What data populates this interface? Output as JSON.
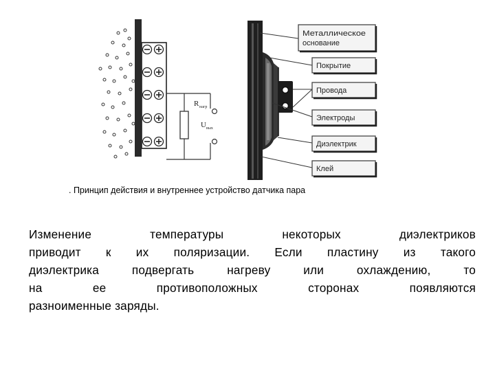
{
  "figure": {
    "resistor_label": "R",
    "resistor_subscript": "нагр",
    "voltage_label": "U",
    "voltage_subscript": "вых",
    "layer_labels": [
      "Металлическое основание",
      "Покрытие",
      "Провода",
      "Электроды",
      "Диэлектрик",
      "Клей"
    ]
  },
  "caption": ". Принцип действия и внутреннее устройство датчика пара",
  "paragraph_lines": [
    "Изменение температуры некоторых диэлектриков",
    "приводит к их поляризации. Если пластину из такого",
    "диэлектрика подвергать нагреву или охлаждению, то",
    "на ее противоположных сторонах появляются",
    "разноименные заряды."
  ]
}
